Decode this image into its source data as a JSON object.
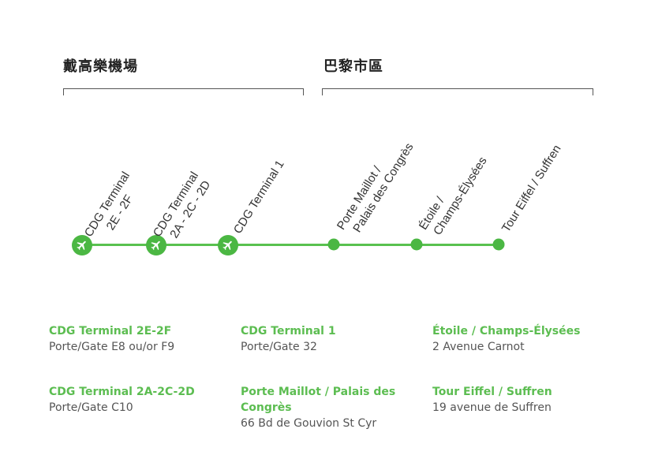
{
  "groups": {
    "airport_label": "戴高樂機場",
    "city_label": "巴黎市區"
  },
  "stops": [
    {
      "lines": [
        "CDG Terminal",
        "2E - 2F"
      ],
      "kind": "airport"
    },
    {
      "lines": [
        "CDG Terminal",
        "2A - 2C - 2D"
      ],
      "kind": "airport"
    },
    {
      "lines": [
        "CDG Terminal 1"
      ],
      "kind": "airport"
    },
    {
      "lines": [
        "Porte Maillot /",
        "Palais des Congrès"
      ],
      "kind": "city"
    },
    {
      "lines": [
        "Étoile /",
        "Champs-Élysées"
      ],
      "kind": "city"
    },
    {
      "lines": [
        "Tour Eiffel / Suffren"
      ],
      "kind": "city"
    }
  ],
  "info": [
    {
      "title": "CDG Terminal 2E-2F",
      "title2": "",
      "detail": "Porte/Gate E8 ou/or F9"
    },
    {
      "title": "CDG Terminal 1",
      "title2": "",
      "detail": "Porte/Gate 32"
    },
    {
      "title": "Étoile / Champs-Élysées",
      "title2": "",
      "detail": "2 Avenue Carnot"
    },
    {
      "title": "CDG Terminal 2A-2C-2D",
      "title2": "",
      "detail": "Porte/Gate C10"
    },
    {
      "title": "Porte Maillot / Palais des",
      "title2": "Congrès",
      "detail": "66 Bd de Gouvion St Cyr"
    },
    {
      "title": "Tour Eiffel / Suffren",
      "title2": "",
      "detail": "19 avenue de Suffren"
    }
  ],
  "colors": {
    "line": "#59c14f",
    "stop": "#4bb743",
    "title": "#5cbd51"
  },
  "icons": {
    "airport_stop": "airplane-icon"
  }
}
